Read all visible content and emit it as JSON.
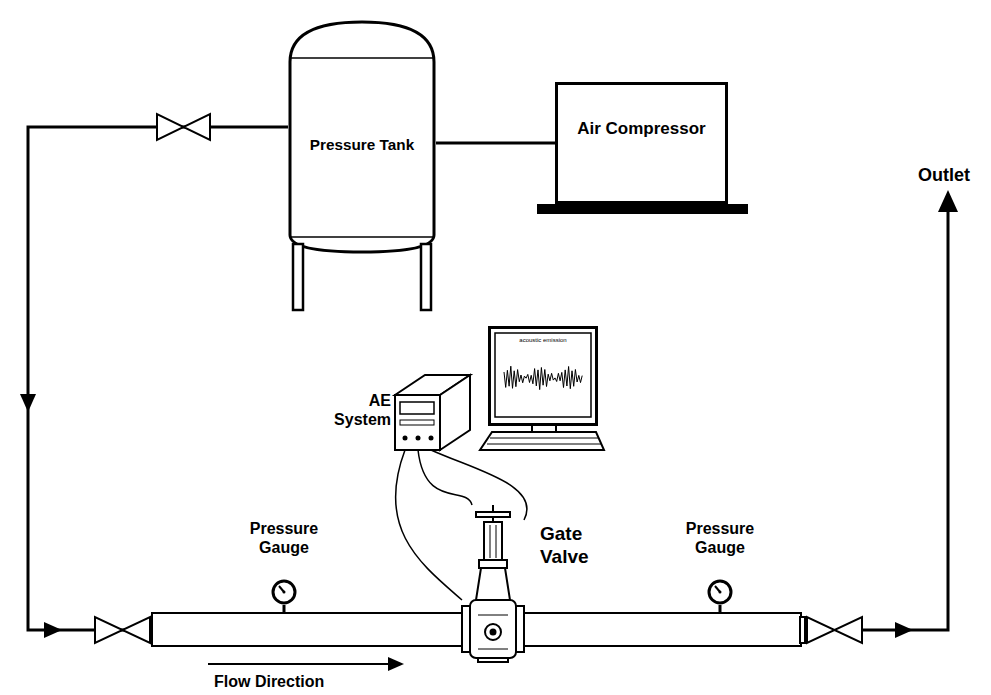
{
  "diagram": {
    "nodes": [
      {
        "text": [
          "Pressure Tank"
        ]
      },
      {
        "text": [
          "Air Compressor"
        ]
      },
      {
        "text": [
          "AE System"
        ]
      },
      {
        "text": [
          "Pressure Gauge"
        ]
      },
      {
        "text": [
          "Gate Valve"
        ]
      },
      {
        "text": [
          "Pressure Gauge"
        ]
      },
      {
        "text": [
          "acoustic emission"
        ]
      }
    ],
    "edges": [
      {
        "from": 0,
        "to": 4,
        "arrow": "to"
      },
      {
        "from": 0,
        "to": 1,
        "arrow": "none"
      },
      {
        "from": 2,
        "to": 4,
        "arrow": "none"
      },
      {
        "from": 2,
        "to": 4,
        "arrow": "none"
      },
      {
        "from": 2,
        "to": 4,
        "arrow": "none"
      }
    ],
    "labels": [
      "Outlet",
      "Flow Direction"
    ]
  }
}
